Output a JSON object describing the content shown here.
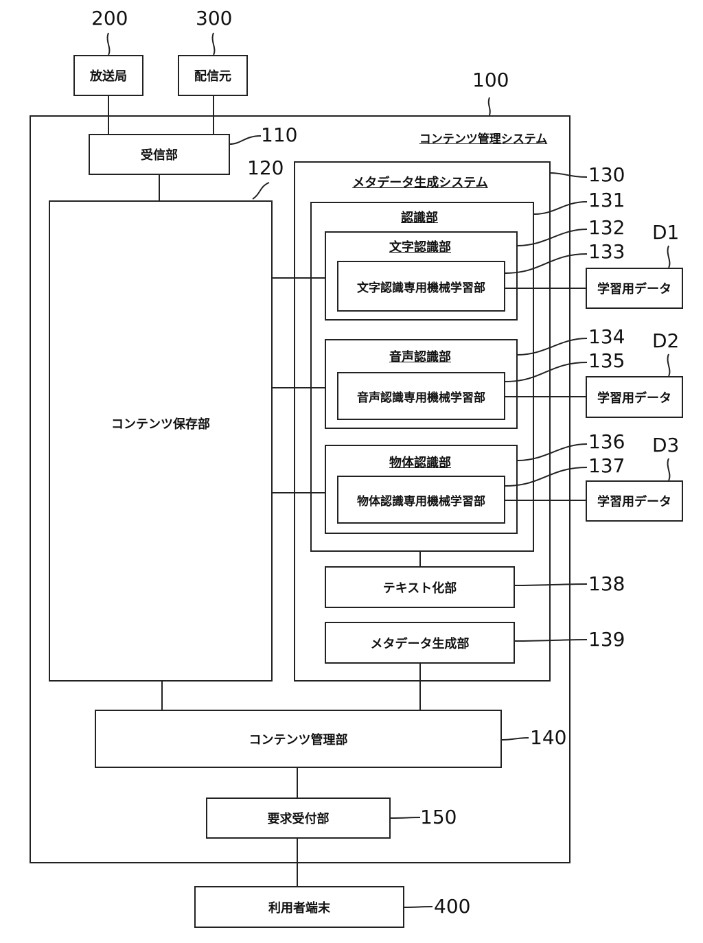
{
  "external": {
    "broadcaster": {
      "label": "放送局",
      "ref": "200"
    },
    "distributor": {
      "label": "配信元",
      "ref": "300"
    },
    "user_terminal": {
      "label": "利用者端末",
      "ref": "400"
    }
  },
  "system": {
    "title": "コンテンツ管理システム",
    "ref": "100",
    "receiver": {
      "label": "受信部",
      "ref": "110"
    },
    "storage": {
      "label": "コンテンツ保存部",
      "ref": "120"
    },
    "metadata_system": {
      "title": "メタデータ生成システム",
      "ref": "130",
      "recognition": {
        "title": "認識部",
        "ref": "131",
        "units": [
          {
            "title": "文字認識部",
            "ref": "132",
            "ml_label": "文字認識専用機械学習部",
            "ml_ref": "133",
            "data_label": "学習用データ",
            "data_ref": "D1"
          },
          {
            "title": "音声認識部",
            "ref": "134",
            "ml_label": "音声認識専用機械学習部",
            "ml_ref": "135",
            "data_label": "学習用データ",
            "data_ref": "D2"
          },
          {
            "title": "物体認識部",
            "ref": "136",
            "ml_label": "物体認識専用機械学習部",
            "ml_ref": "137",
            "data_label": "学習用データ",
            "data_ref": "D3"
          }
        ]
      },
      "textify": {
        "label": "テキスト化部",
        "ref": "138"
      },
      "metadata_gen": {
        "label": "メタデータ生成部",
        "ref": "139"
      }
    },
    "content_manager": {
      "label": "コンテンツ管理部",
      "ref": "140"
    },
    "request_receiver": {
      "label": "要求受付部",
      "ref": "150"
    }
  }
}
